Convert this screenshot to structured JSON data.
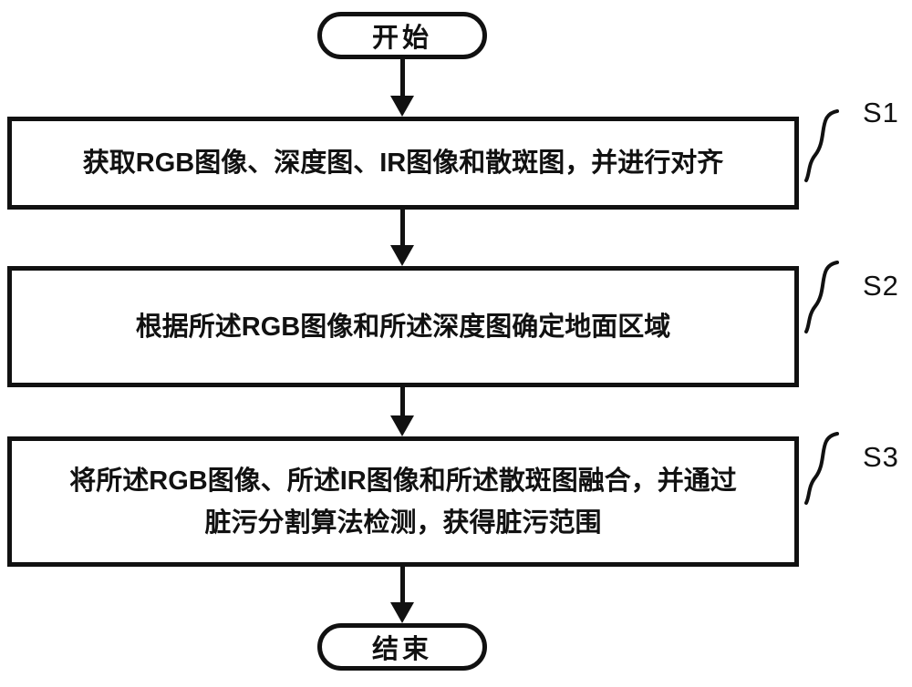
{
  "flowchart": {
    "start_label": "开始",
    "end_label": "结束",
    "steps": [
      {
        "id": "S1",
        "text": "获取RGB图像、深度图、IR图像和散斑图，并进行对齐"
      },
      {
        "id": "S2",
        "text": "根据所述RGB图像和所述深度图确定地面区域"
      },
      {
        "id": "S3",
        "text": "将所述RGB图像、所述IR图像和所述散斑图融合，并通过\n脏污分割算法检测，获得脏污范围"
      }
    ]
  }
}
